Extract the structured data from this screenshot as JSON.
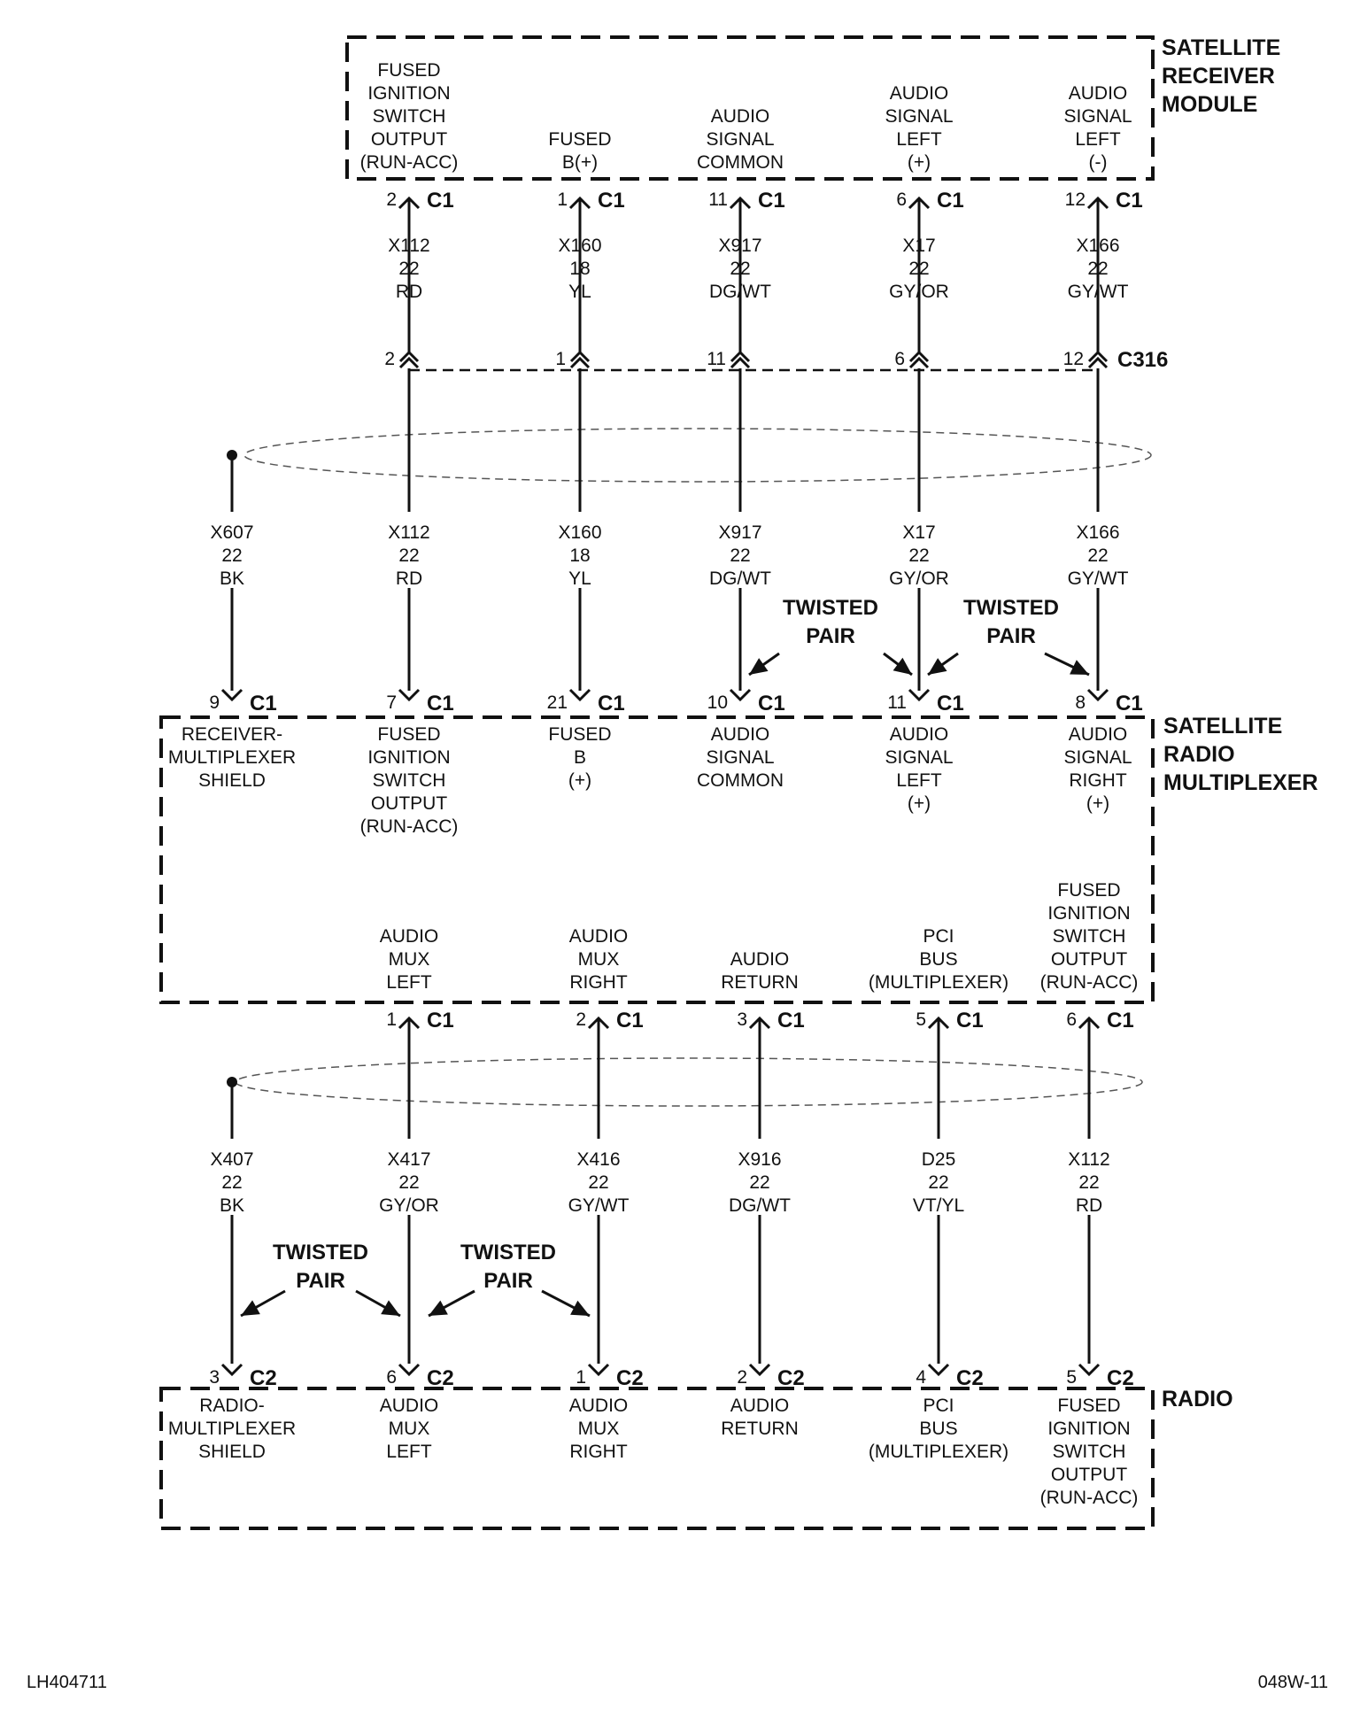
{
  "modules": {
    "satellite_receiver": "SATELLITE RECEIVER MODULE",
    "satellite_radio_multiplexer": "SATELLITE RADIO MULTIPLEXER",
    "radio": "RADIO"
  },
  "receiver_pins": [
    {
      "label": "FUSED IGNITION SWITCH OUTPUT (RUN-ACC)",
      "pin": "2",
      "conn": "C1"
    },
    {
      "label": "FUSED B(+)",
      "pin": "1",
      "conn": "C1"
    },
    {
      "label": "AUDIO SIGNAL COMMON",
      "pin": "11",
      "conn": "C1"
    },
    {
      "label": "AUDIO SIGNAL LEFT (+)",
      "pin": "6",
      "conn": "C1"
    },
    {
      "label": "AUDIO SIGNAL LEFT (-)",
      "pin": "12",
      "conn": "C1"
    }
  ],
  "upper_wires": [
    {
      "circuit": "X112",
      "gauge": "22",
      "color": "RD"
    },
    {
      "circuit": "X160",
      "gauge": "18",
      "color": "YL"
    },
    {
      "circuit": "X917",
      "gauge": "22",
      "color": "DG/WT"
    },
    {
      "circuit": "X17",
      "gauge": "22",
      "color": "GY/OR"
    },
    {
      "circuit": "X166",
      "gauge": "22",
      "color": "GY/WT"
    }
  ],
  "c316": {
    "pins": [
      "2",
      "1",
      "11",
      "6",
      "12"
    ],
    "label": "C316"
  },
  "middle_wires": [
    {
      "circuit": "X607",
      "gauge": "22",
      "color": "BK"
    },
    {
      "circuit": "X112",
      "gauge": "22",
      "color": "RD"
    },
    {
      "circuit": "X160",
      "gauge": "18",
      "color": "YL"
    },
    {
      "circuit": "X917",
      "gauge": "22",
      "color": "DG/WT"
    },
    {
      "circuit": "X17",
      "gauge": "22",
      "color": "GY/OR"
    },
    {
      "circuit": "X166",
      "gauge": "22",
      "color": "GY/WT"
    }
  ],
  "twisted_pair": "TWISTED PAIR",
  "mux_top_pins": [
    {
      "label": "RECEIVER- MULTIPLEXER SHIELD",
      "pin": "9",
      "conn": "C1"
    },
    {
      "label": "FUSED IGNITION SWITCH OUTPUT (RUN-ACC)",
      "pin": "7",
      "conn": "C1"
    },
    {
      "label": "FUSED B (+)",
      "pin": "21",
      "conn": "C1"
    },
    {
      "label": "AUDIO SIGNAL COMMON",
      "pin": "10",
      "conn": "C1"
    },
    {
      "label": "AUDIO SIGNAL LEFT (+)",
      "pin": "11",
      "conn": "C1"
    },
    {
      "label": "AUDIO SIGNAL RIGHT (+)",
      "pin": "8",
      "conn": "C1"
    }
  ],
  "mux_bottom_pins": [
    {
      "label": "AUDIO MUX LEFT",
      "pin": "1",
      "conn": "C1"
    },
    {
      "label": "AUDIO MUX RIGHT",
      "pin": "2",
      "conn": "C1"
    },
    {
      "label": "AUDIO RETURN",
      "pin": "3",
      "conn": "C1"
    },
    {
      "label": "PCI BUS (MULTIPLEXER)",
      "pin": "5",
      "conn": "C1"
    },
    {
      "label": "FUSED IGNITION SWITCH OUTPUT (RUN-ACC)",
      "pin": "6",
      "conn": "C1"
    }
  ],
  "lower_wires": [
    {
      "circuit": "X407",
      "gauge": "22",
      "color": "BK"
    },
    {
      "circuit": "X417",
      "gauge": "22",
      "color": "GY/OR"
    },
    {
      "circuit": "X416",
      "gauge": "22",
      "color": "GY/WT"
    },
    {
      "circuit": "X916",
      "gauge": "22",
      "color": "DG/WT"
    },
    {
      "circuit": "D25",
      "gauge": "22",
      "color": "VT/YL"
    },
    {
      "circuit": "X112",
      "gauge": "22",
      "color": "RD"
    }
  ],
  "radio_pins": [
    {
      "label": "RADIO- MULTIPLEXER SHIELD",
      "pin": "3",
      "conn": "C2"
    },
    {
      "label": "AUDIO MUX LEFT",
      "pin": "6",
      "conn": "C2"
    },
    {
      "label": "AUDIO MUX RIGHT",
      "pin": "1",
      "conn": "C2"
    },
    {
      "label": "AUDIO RETURN",
      "pin": "2",
      "conn": "C2"
    },
    {
      "label": "PCI BUS (MULTIPLEXER)",
      "pin": "4",
      "conn": "C2"
    },
    {
      "label": "FUSED IGNITION SWITCH OUTPUT (RUN-ACC)",
      "pin": "5",
      "conn": "C2"
    }
  ],
  "footer": {
    "left": "LH404711",
    "right": "048W-11"
  }
}
